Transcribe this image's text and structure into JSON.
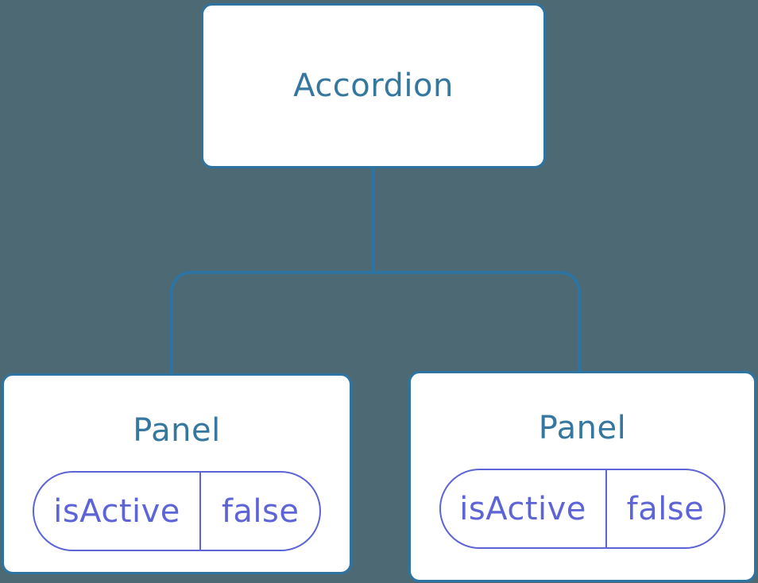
{
  "diagram": {
    "root": {
      "label": "Accordion"
    },
    "children": [
      {
        "label": "Panel",
        "state": {
          "key": "isActive",
          "value": "false"
        }
      },
      {
        "label": "Panel",
        "state": {
          "key": "isActive",
          "value": "false"
        }
      }
    ]
  },
  "colors": {
    "bg": "#4d6a74",
    "line": "#2e74a3",
    "node-bg": "#ffffff",
    "heading": "#35779f",
    "state": "#5d64d6"
  }
}
